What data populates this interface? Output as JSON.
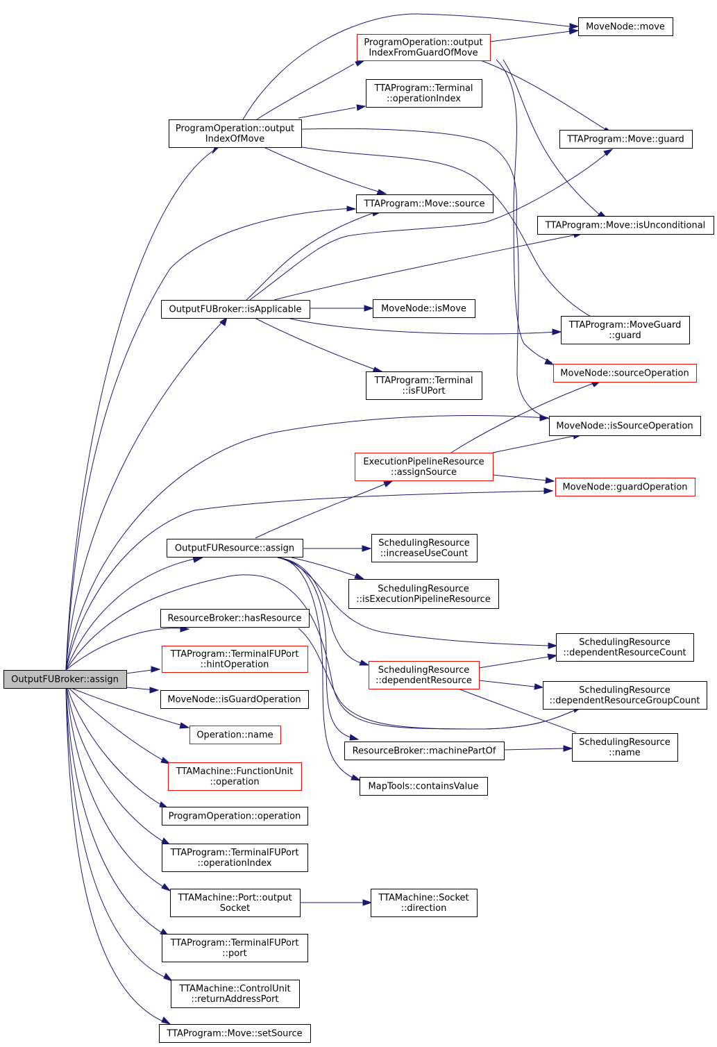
{
  "nodes": {
    "root": {
      "lines": [
        "OutputFUBroker::assign"
      ]
    },
    "movenode_move": {
      "lines": [
        "MoveNode::move"
      ]
    },
    "po_out_guard": {
      "lines": [
        "ProgramOperation::output",
        "IndexFromGuardOfMove"
      ]
    },
    "term_opindex": {
      "lines": [
        "TTAProgram::Terminal",
        "::operationIndex"
      ]
    },
    "po_out_index": {
      "lines": [
        "ProgramOperation::output",
        "IndexOfMove"
      ]
    },
    "move_guard": {
      "lines": [
        "TTAProgram::Move::guard"
      ]
    },
    "move_source": {
      "lines": [
        "TTAProgram::Move::source"
      ]
    },
    "move_isuncond": {
      "lines": [
        "TTAProgram::Move::isUnconditional"
      ]
    },
    "ofub_isapp": {
      "lines": [
        "OutputFUBroker::isApplicable"
      ]
    },
    "mn_ismove": {
      "lines": [
        "MoveNode::isMove"
      ]
    },
    "moveguard_guard": {
      "lines": [
        "TTAProgram::MoveGuard",
        "::guard"
      ]
    },
    "term_isfuport": {
      "lines": [
        "TTAProgram::Terminal",
        "::isFUPort"
      ]
    },
    "mn_srcop": {
      "lines": [
        "MoveNode::sourceOperation"
      ]
    },
    "mn_issrcop": {
      "lines": [
        "MoveNode::isSourceOperation"
      ]
    },
    "epr_assignsrc": {
      "lines": [
        "ExecutionPipelineResource",
        "::assignSource"
      ]
    },
    "mn_guardop": {
      "lines": [
        "MoveNode::guardOperation"
      ]
    },
    "ofur_assign": {
      "lines": [
        "OutputFUResource::assign"
      ]
    },
    "sr_incuse": {
      "lines": [
        "SchedulingResource",
        "::increaseUseCount"
      ]
    },
    "sr_isepr": {
      "lines": [
        "SchedulingResource",
        "::isExecutionPipelineResource"
      ]
    },
    "rb_hasres": {
      "lines": [
        "ResourceBroker::hasResource"
      ]
    },
    "sr_depcount": {
      "lines": [
        "SchedulingResource",
        "::dependentResourceCount"
      ]
    },
    "tfp_hintop": {
      "lines": [
        "TTAProgram::TerminalFUPort",
        "::hintOperation"
      ]
    },
    "sr_depres": {
      "lines": [
        "SchedulingResource",
        "::dependentResource"
      ]
    },
    "sr_depgroup": {
      "lines": [
        "SchedulingResource",
        "::dependentResourceGroupCount"
      ]
    },
    "mn_isguardop": {
      "lines": [
        "MoveNode::isGuardOperation"
      ]
    },
    "op_name": {
      "lines": [
        "Operation::name"
      ]
    },
    "sr_name": {
      "lines": [
        "SchedulingResource",
        "::name"
      ]
    },
    "rb_machpart": {
      "lines": [
        "ResourceBroker::machinePartOf"
      ]
    },
    "fu_operation": {
      "lines": [
        "TTAMachine::FunctionUnit",
        "::operation"
      ]
    },
    "maptools_cv": {
      "lines": [
        "MapTools::containsValue"
      ]
    },
    "po_operation": {
      "lines": [
        "ProgramOperation::operation"
      ]
    },
    "tfp_opindex": {
      "lines": [
        "TTAProgram::TerminalFUPort",
        "::operationIndex"
      ]
    },
    "port_outsock": {
      "lines": [
        "TTAMachine::Port::output",
        "Socket"
      ]
    },
    "socket_dir": {
      "lines": [
        "TTAMachine::Socket",
        "::direction"
      ]
    },
    "tfp_port": {
      "lines": [
        "TTAProgram::TerminalFUPort",
        "::port"
      ]
    },
    "cu_retaddr": {
      "lines": [
        "TTAMachine::ControlUnit",
        "::returnAddressPort"
      ]
    },
    "move_setsrc": {
      "lines": [
        "TTAProgram::Move::setSource"
      ]
    }
  }
}
